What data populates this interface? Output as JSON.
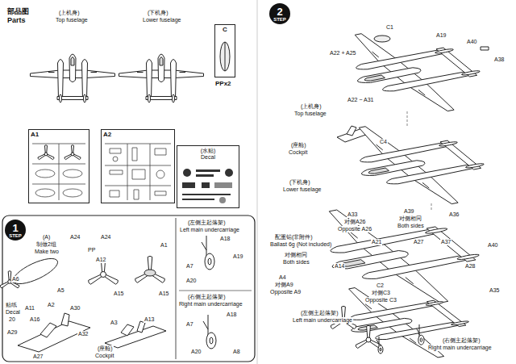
{
  "diagram": {
    "nodes": [
      {
        "text": [
          "A1"
        ]
      },
      {
        "text": [
          "A2"
        ]
      },
      {
        "text": [
          "C"
        ]
      },
      {
        "text": [
          "(水贴)",
          "Decal"
        ]
      },
      {
        "text": [
          "1",
          "STEP"
        ]
      },
      {
        "text": [
          "2",
          "STEP"
        ]
      }
    ],
    "labels": [
      "部品图",
      "Parts",
      "(上机身)",
      "Top fuselage",
      "(下机身)",
      "Lower fuselage",
      "PPx2",
      "(A)",
      "制做2组",
      "Make two",
      "A24",
      "A5",
      "A6",
      "A24",
      "PP",
      "A12",
      "A15",
      "A1",
      "A15",
      "贴纸",
      "Decal",
      "20",
      "A11",
      "A2",
      "A16",
      "A29",
      "A30",
      "A27",
      "A32",
      "A3",
      "A13",
      "(座舱)",
      "Cockpit",
      "(左侧主起落架)",
      "Left main undercarriage",
      "A18",
      "A19",
      "A7",
      "A20",
      "(右侧主起落架)",
      "Right main undercarriage",
      "A18",
      "A7",
      "A20",
      "A8",
      "C1",
      "A19",
      "A40",
      "A38",
      "A22 + A25",
      "A22 ~ A31",
      "(上机身)",
      "Top fuselage",
      "(座舱)",
      "Cockpit",
      "C4",
      "(下机身)",
      "Lower fuselage",
      "A33",
      "对侧A26",
      "Opposite A26",
      "A39",
      "对侧相同",
      "Both sides",
      "A36",
      "配重铅(非附件)",
      "Ballast 6g (Not included)",
      "A21",
      "A27",
      "A37",
      "对侧相同",
      "Both sides",
      "A40",
      "A14",
      "A28",
      "A4",
      "对侧A9",
      "Opposite A9",
      "A35",
      "C2",
      "对侧C3",
      "Opposite C3",
      "(左侧主起落架)",
      "Left main undercarriage",
      "(右侧主起落架)",
      "Right main undercarriage"
    ]
  }
}
